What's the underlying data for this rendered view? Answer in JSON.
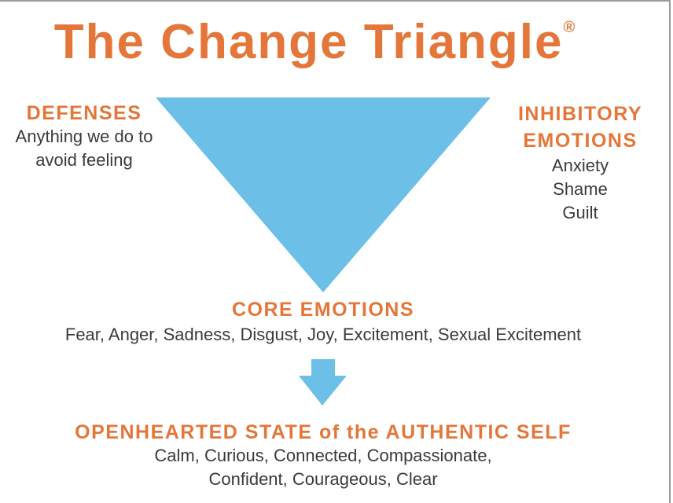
{
  "title": "The Change Triangle",
  "title_mark": "®",
  "colors": {
    "accent": "#e5763a",
    "triangle": "#6cc0e8",
    "text": "#3a3a3a"
  },
  "defenses": {
    "heading": "DEFENSES",
    "lines": [
      "Anything we do to",
      "avoid feeling"
    ]
  },
  "inhibitory": {
    "heading_lines": [
      "INHIBITORY",
      "EMOTIONS"
    ],
    "items": [
      "Anxiety",
      "Shame",
      "Guilt"
    ]
  },
  "core": {
    "heading": "CORE EMOTIONS",
    "items": "Fear, Anger, Sadness, Disgust, Joy, Excitement, Sexual Excitement"
  },
  "openhearted": {
    "heading": "OPENHEARTED STATE of the AUTHENTIC SELF",
    "lines": [
      "Calm, Curious, Connected, Compassionate,",
      "Confident, Courageous, Clear"
    ]
  }
}
